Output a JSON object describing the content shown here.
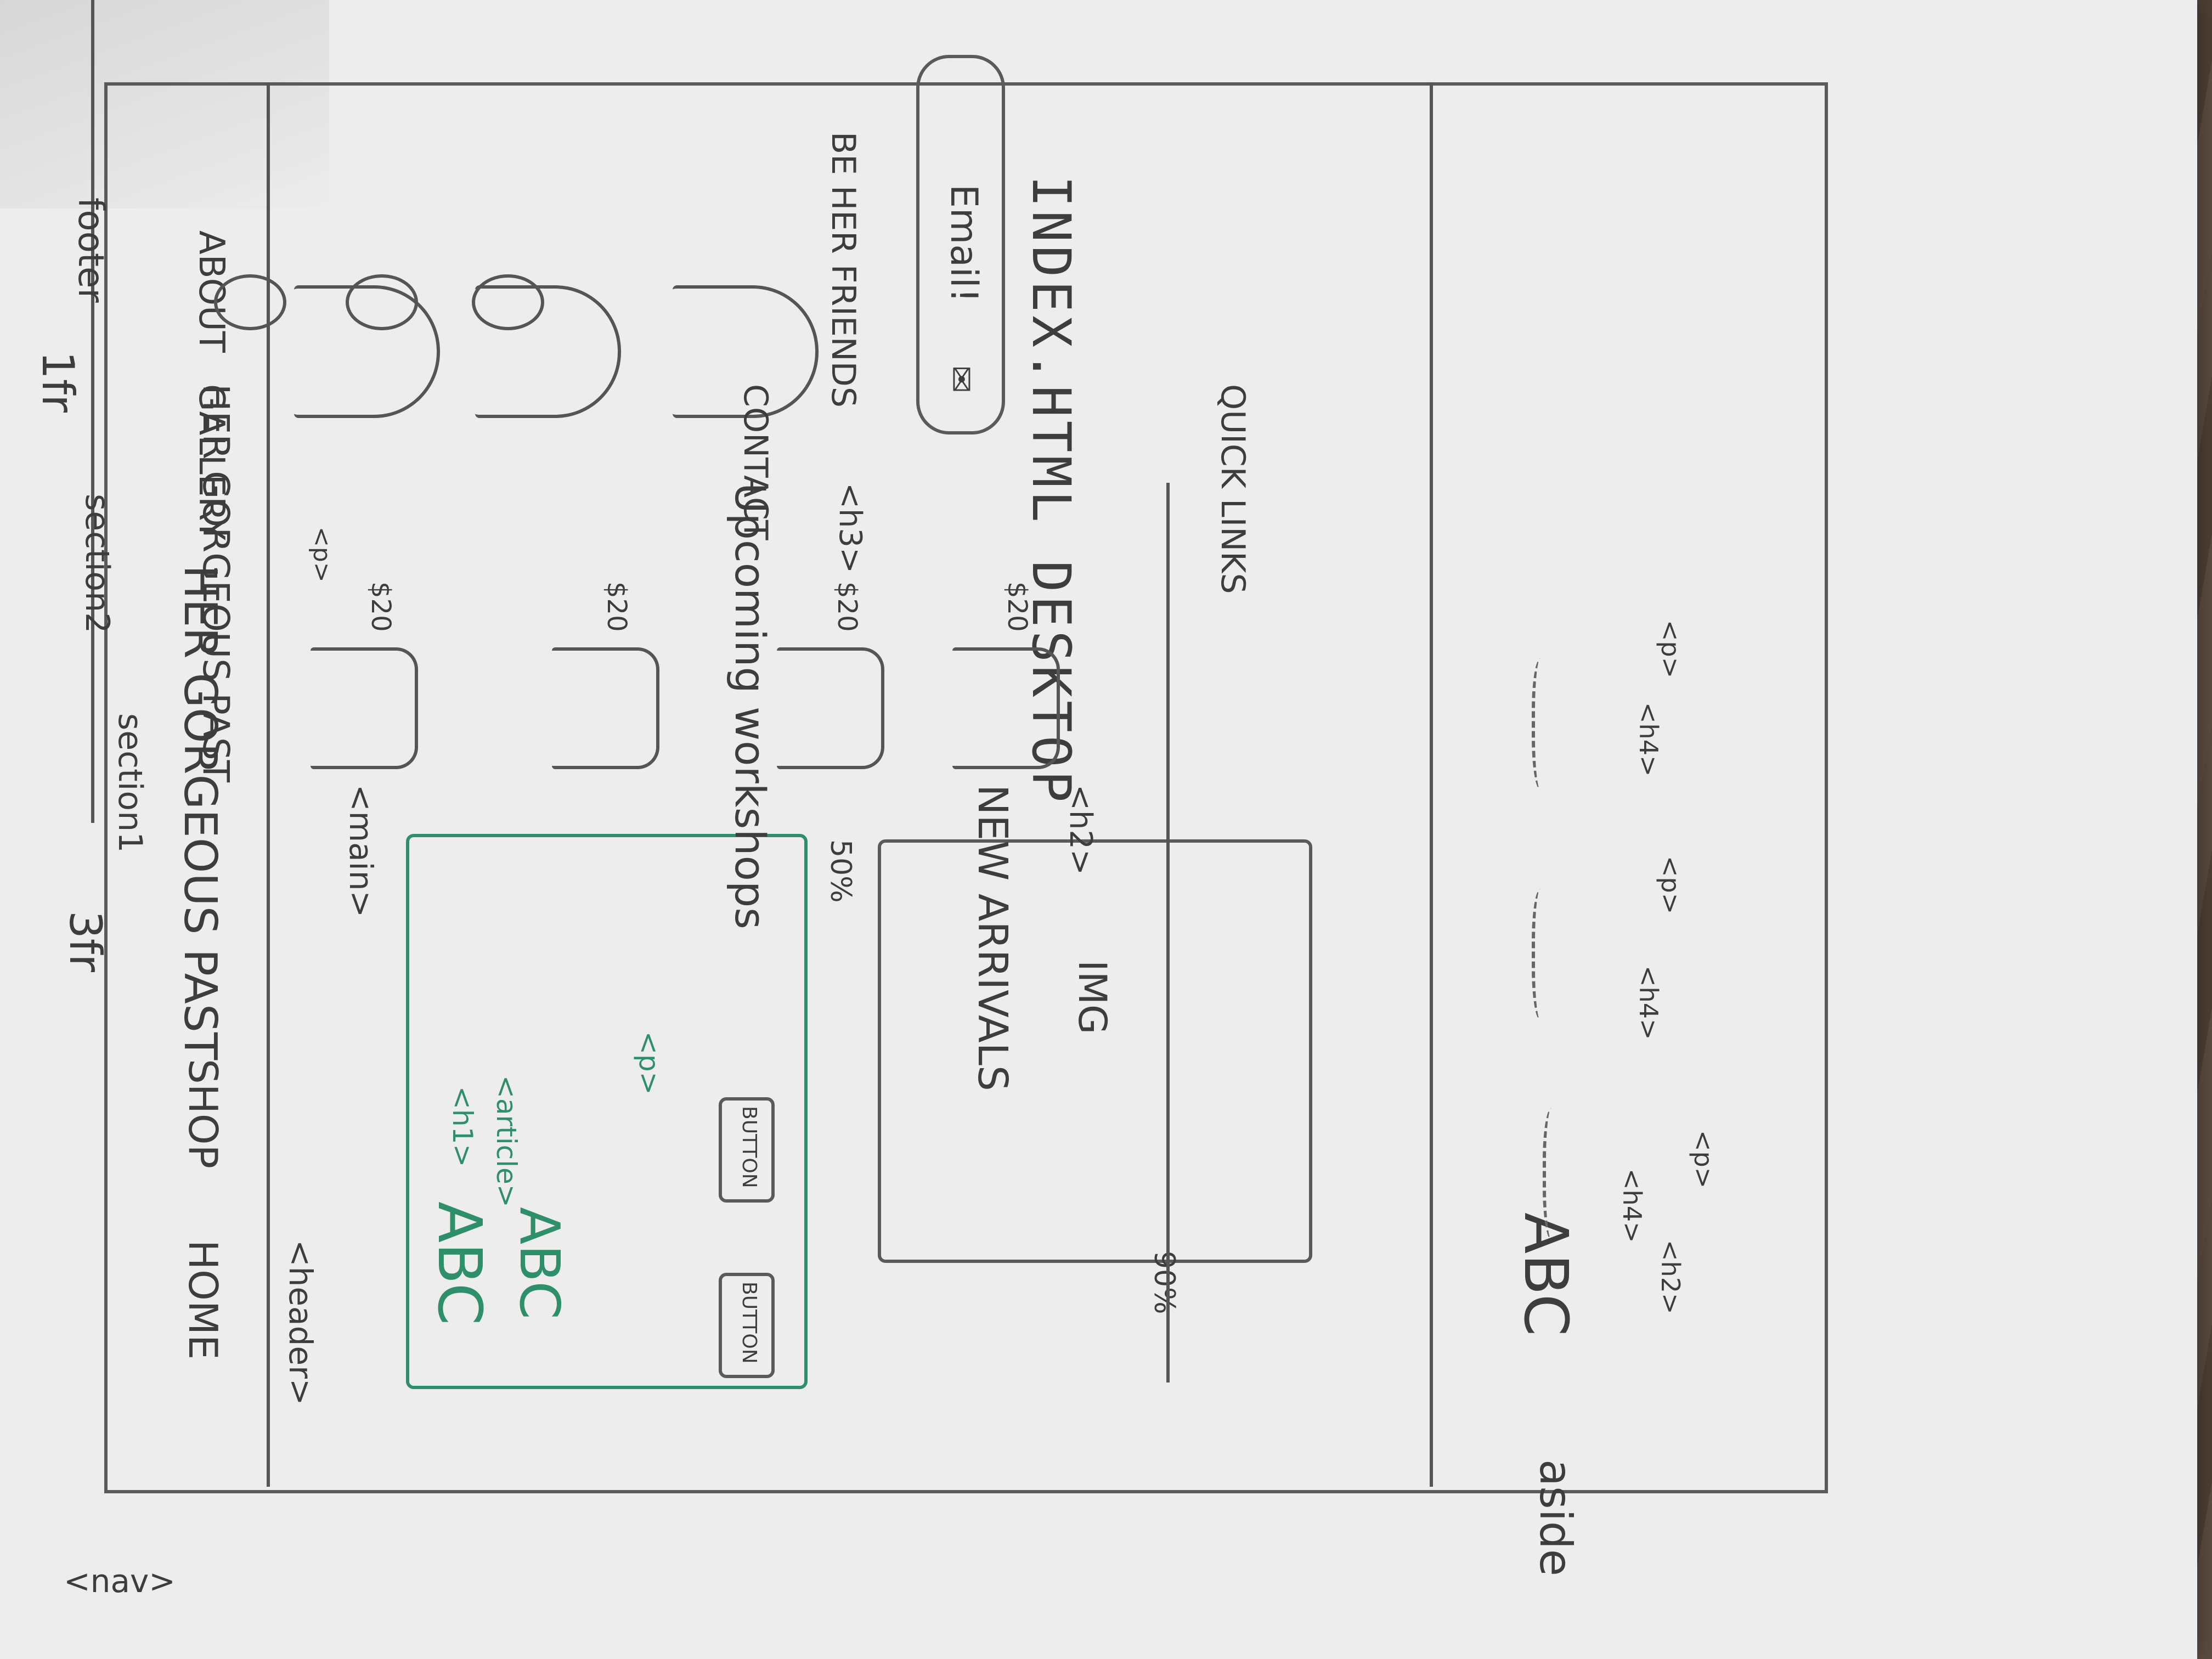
{
  "page_title": "INDEX.HTML DESKTOP",
  "grid": {
    "left": "3fr",
    "right": "1fr"
  },
  "tags": {
    "nav": "<nav>",
    "header": "<header>",
    "main": "<main>",
    "aside": "aside",
    "section1": "section1",
    "section2": "section2",
    "footer": "footer",
    "article": "<article>",
    "h1": "<h1>",
    "p": "<p>",
    "h2": "<h2>",
    "h3": "<h3>",
    "h4": "<h4>",
    "new_arrivals_h2": "<h2>",
    "workshops_h3": "<h3>"
  },
  "nav": {
    "items": [
      "HOME",
      "SHOP",
      "HER GORGEOUS PAST",
      "GALLERY",
      "ABOUT"
    ]
  },
  "hero": {
    "h1": "ABC",
    "sub": "ABC",
    "buttons": [
      "BUTTON",
      "BUTTON"
    ],
    "img": "IMG",
    "width_label": "50%",
    "height_label": "90%"
  },
  "aside": {
    "h2": "ABC",
    "h4_1": "<h4>",
    "p_1": "<p>",
    "h4_2": "<h4>",
    "p_2": "<p>",
    "h4_3": "<h4>",
    "p_3": "<p>"
  },
  "new_arrivals": {
    "title": "NEW ARRIVALS",
    "prices": [
      "$20",
      "$20",
      "$20",
      "$20"
    ],
    "p_label": "<p>"
  },
  "workshops": {
    "title": "Upcoming workshops"
  },
  "footer": {
    "brand": "HER GORGEOUS PAST",
    "contact": "CONTACT",
    "quick_links": "QUICK LINKS",
    "friends": "BE HER FRIENDS",
    "email": "Email!"
  }
}
